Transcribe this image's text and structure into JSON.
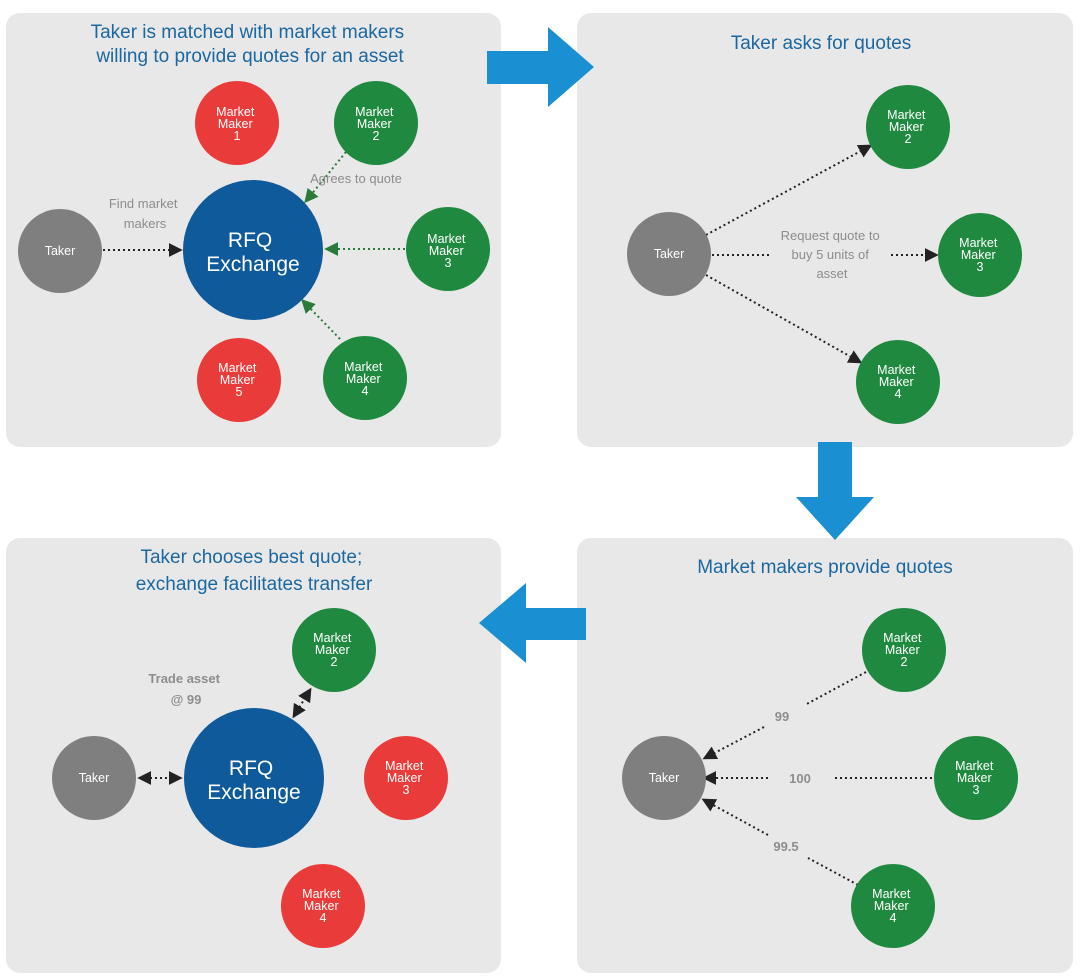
{
  "colors": {
    "panel": "#e8e8e9",
    "title": "#1b67a0",
    "taker": "#7f7f7f",
    "exchange": "#0f5a9a",
    "green": "#1f8a3f",
    "red": "#ea3b3b",
    "arrow": "#1a8fd1",
    "label": "#8d8d8d",
    "dots_green": "#2a7a3a",
    "dots_black": "#222222"
  },
  "panels": {
    "p1": {
      "title": [
        "Taker is matched with market makers",
        "willing to provide quotes for an asset"
      ],
      "taker": "Taker",
      "exchange": [
        "RFQ",
        "Exchange"
      ],
      "find_label": [
        "Find market",
        "makers"
      ],
      "agree_label": "Agrees to quote",
      "mm1": [
        "Market",
        "Maker",
        "1"
      ],
      "mm2": [
        "Market",
        "Maker",
        "2"
      ],
      "mm3": [
        "Market",
        "Maker",
        "3"
      ],
      "mm4": [
        "Market",
        "Maker",
        "4"
      ],
      "mm5": [
        "Market",
        "Maker",
        "5"
      ]
    },
    "p2": {
      "title": [
        "Taker asks for quotes"
      ],
      "taker": "Taker",
      "request_label": [
        "Request quote to",
        "buy 5 units of",
        "asset"
      ],
      "mm2": [
        "Market",
        "Maker",
        "2"
      ],
      "mm3": [
        "Market",
        "Maker",
        "3"
      ],
      "mm4": [
        "Market",
        "Maker",
        "4"
      ]
    },
    "p3": {
      "title": [
        "Market makers provide quotes"
      ],
      "taker": "Taker",
      "quote2": "99",
      "quote3": "100",
      "quote4": "99.5",
      "mm2": [
        "Market",
        "Maker",
        "2"
      ],
      "mm3": [
        "Market",
        "Maker",
        "3"
      ],
      "mm4": [
        "Market",
        "Maker",
        "4"
      ]
    },
    "p4": {
      "title": [
        "Taker chooses best quote;",
        "exchange facilitates transfer"
      ],
      "taker": "Taker",
      "exchange": [
        "RFQ",
        "Exchange"
      ],
      "trade_label": [
        "Trade asset",
        "@ 99"
      ],
      "mm2": [
        "Market",
        "Maker",
        "2"
      ],
      "mm3": [
        "Market",
        "Maker",
        "3"
      ],
      "mm4": [
        "Market",
        "Maker",
        "4"
      ]
    }
  }
}
